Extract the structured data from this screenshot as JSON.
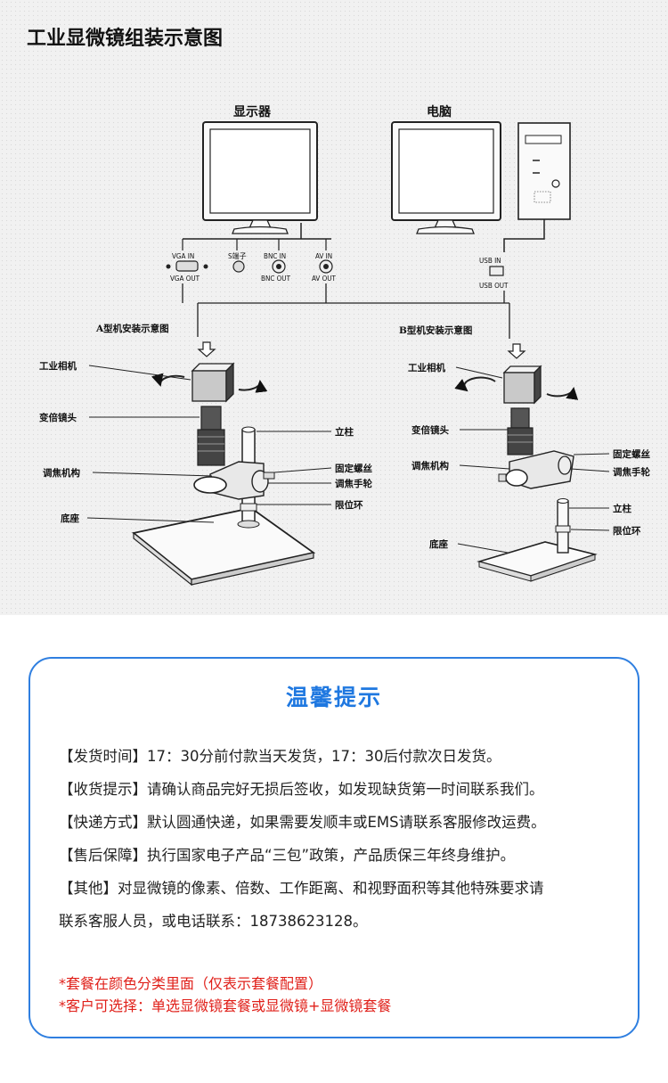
{
  "diagram": {
    "title": "工业显微镜组装示意图",
    "monitor_label": "显示器",
    "computer_label": "电脑",
    "ports": {
      "vga_in": "VGA IN",
      "vga_out": "VGA OUT",
      "s_terminal": "S端子",
      "bnc_in": "BNC IN",
      "bnc_out": "BNC OUT",
      "av_in": "AV IN",
      "av_out": "AV OUT",
      "usb_in": "USB IN",
      "usb_out": "USB OUT"
    },
    "type_a": {
      "caption": "A型机安装示意图",
      "camera": "工业相机",
      "zoom_lens": "变倍镜头",
      "focus": "调焦机构",
      "base": "底座",
      "column": "立柱",
      "fix_screw": "固定螺丝",
      "hand_wheel": "调焦手轮",
      "limit_ring": "限位环"
    },
    "type_b": {
      "caption": "B型机安装示意图",
      "camera": "工业相机",
      "zoom_lens": "变倍镜头",
      "focus": "调焦机构",
      "base": "底座",
      "column": "立柱",
      "fix_screw": "固定螺丝",
      "hand_wheel": "调焦手轮",
      "limit_ring": "限位环"
    }
  },
  "notice": {
    "title": "温馨提示",
    "lines": [
      "【发货时间】17：30分前付款当天发货，17：30后付款次日发货。",
      "【收货提示】请确认商品完好无损后签收，如发现缺货第一时间联系我们。",
      "【快递方式】默认圆通快递，如果需要发顺丰或EMS请联系客服修改运费。",
      "【售后保障】执行国家电子产品“三包”政策，产品质保三年终身维护。",
      "【其他】对显微镜的像素、倍数、工作距离、和视野面积等其他特殊要求请",
      "联系客服人员，或电话联系：18738623128。"
    ],
    "red_lines": [
      "*套餐在颜色分类里面（仅表示套餐配置）",
      "*客户可选择：单选显微镜套餐或显微镜+显微镜套餐"
    ],
    "colors": {
      "accent": "#1f78e0",
      "border": "#2f7fe0",
      "warning": "#e0201a"
    }
  }
}
